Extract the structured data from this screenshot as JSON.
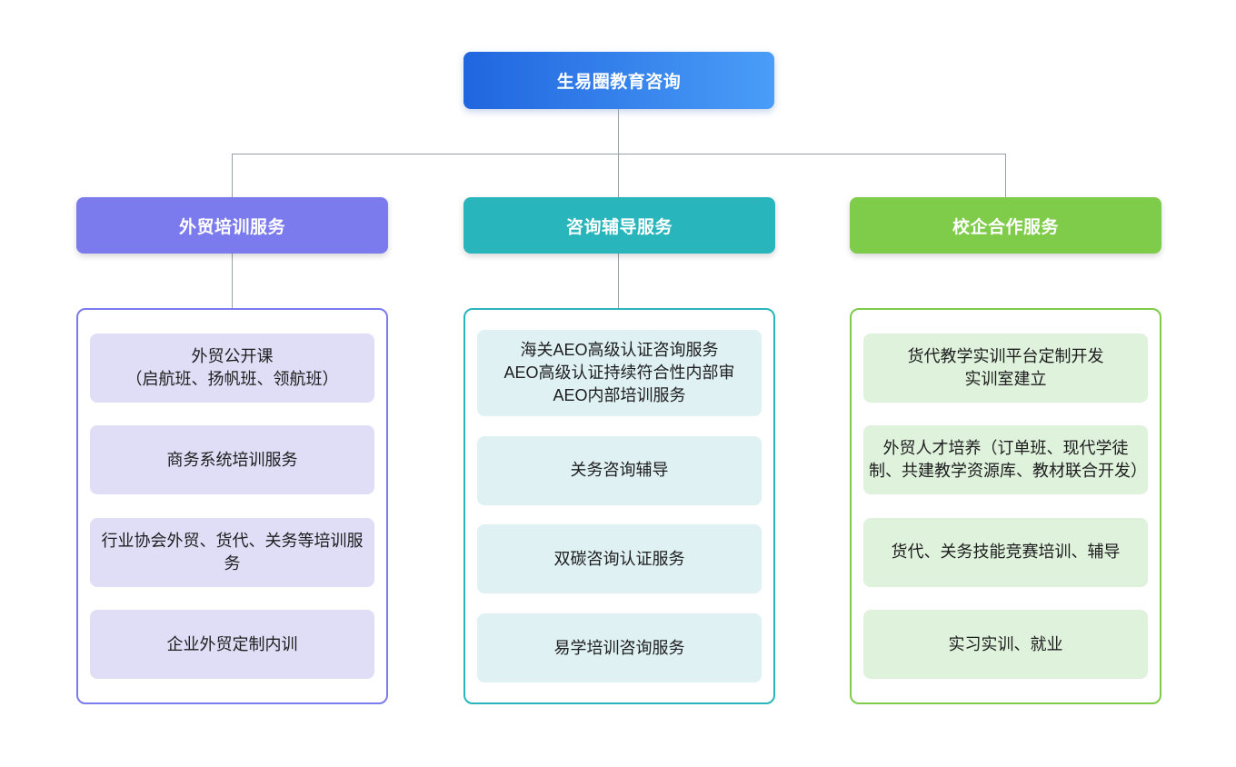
{
  "colors": {
    "root_gradient_from": "#2066DF",
    "root_gradient_to": "#4A9DF8",
    "branch_1": "#7C7BEE",
    "branch_1_light": "#E0DEF6",
    "branch_2": "#29B5BC",
    "branch_2_light": "#DFF1F3",
    "branch_3": "#7FCB4A",
    "branch_3_light": "#DFF2DB",
    "connector": "#98A0A8"
  },
  "root": {
    "label": "生易圈教育咨询"
  },
  "branches": [
    {
      "label": "外贸培训服务",
      "items": [
        [
          "外贸公开课",
          "（启航班、扬帆班、领航班）"
        ],
        "商务系统培训服务",
        "行业协会外贸、货代、关务等培训服务",
        "企业外贸定制内训"
      ]
    },
    {
      "label": "咨询辅导服务",
      "items": [
        [
          "海关AEO高级认证咨询服务",
          "AEO高级认证持续符合性内部审",
          "AEO内部培训服务"
        ],
        "关务咨询辅导",
        "双碳咨询认证服务",
        "易学培训咨询服务"
      ]
    },
    {
      "label": "校企合作服务",
      "items": [
        [
          "货代教学实训平台定制开发",
          "实训室建立"
        ],
        "外贸人才培养（订单班、现代学徒制、共建教学资源库、教材联合开发）",
        "货代、关务技能竞赛培训、辅导",
        "实习实训、就业"
      ]
    }
  ]
}
